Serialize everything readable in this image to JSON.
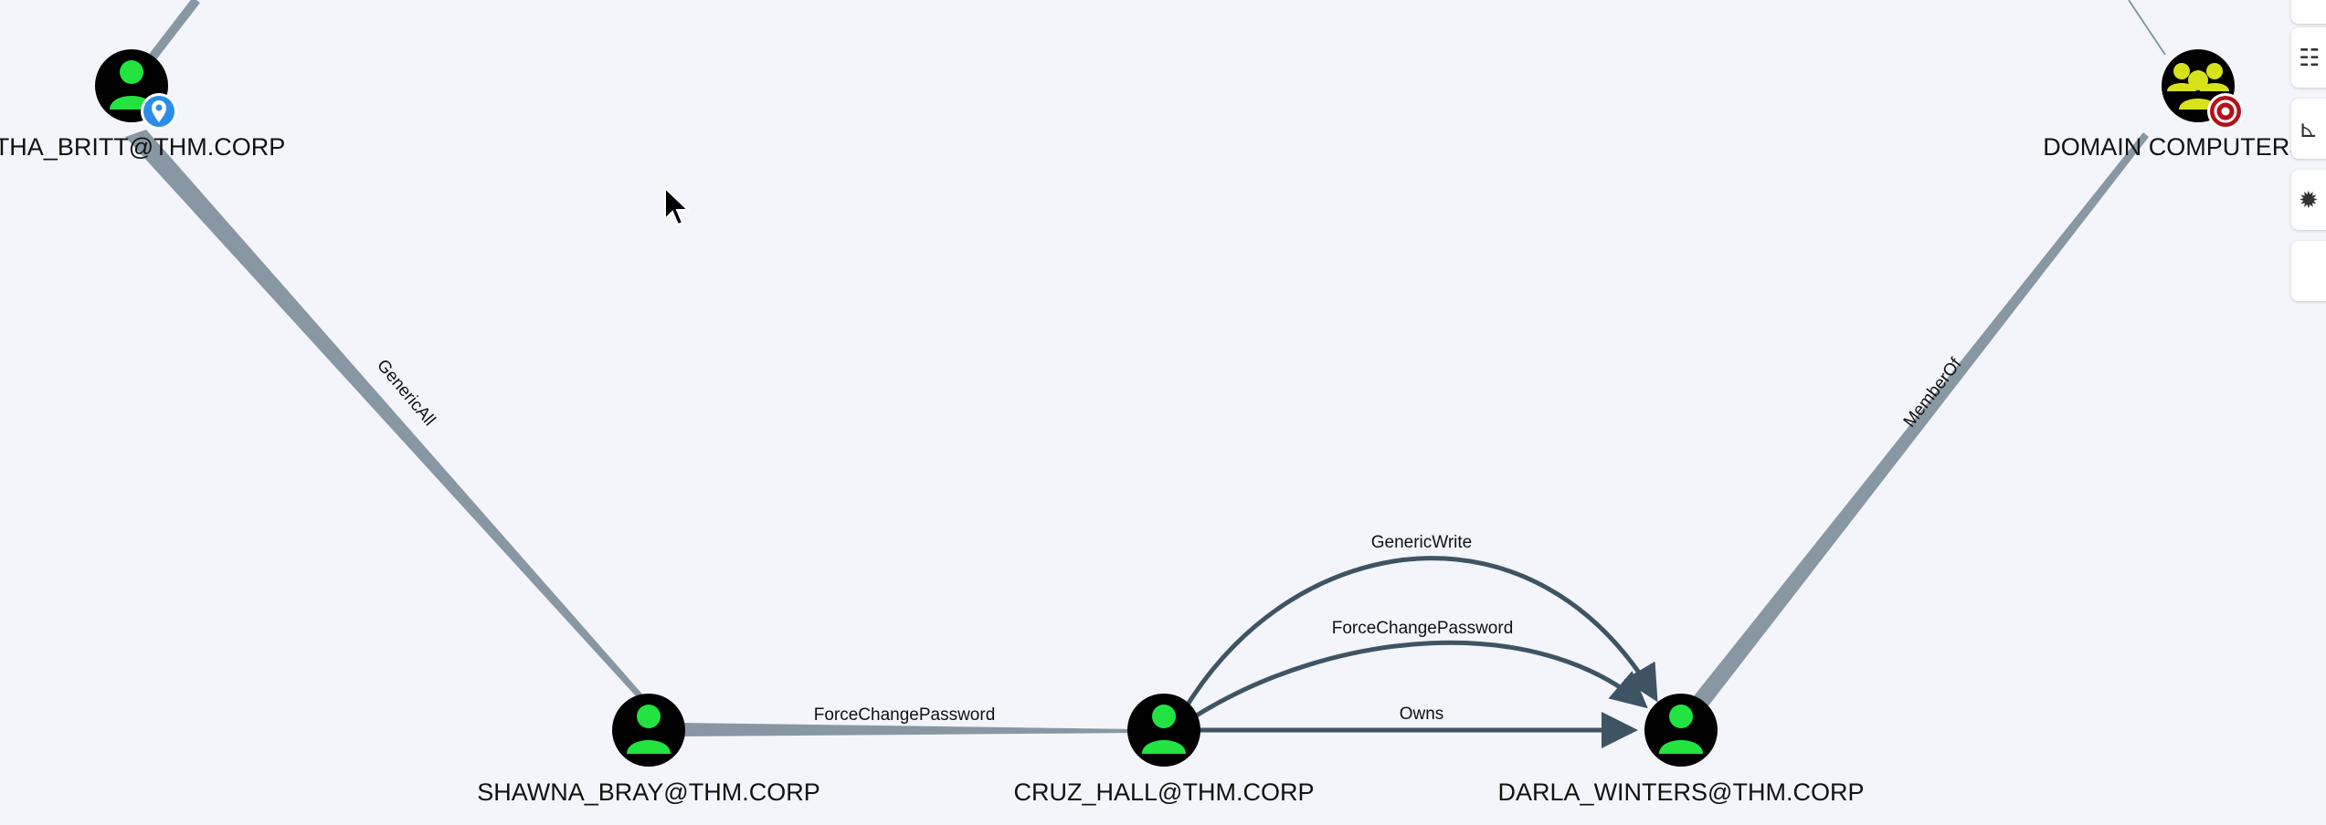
{
  "graph": {
    "nodes": [
      {
        "id": "atha",
        "label": "ATHA_BRITT@THM.CORP",
        "kind": "user",
        "badge": "pin-badge"
      },
      {
        "id": "domain",
        "label": "DOMAIN COMPUTERS@TI",
        "kind": "group",
        "badge": "target-badge"
      },
      {
        "id": "shawna",
        "label": "SHAWNA_BRAY@THM.CORP",
        "kind": "user"
      },
      {
        "id": "cruz",
        "label": "CRUZ_HALL@THM.CORP",
        "kind": "user"
      },
      {
        "id": "darla",
        "label": "DARLA_WINTERS@THM.CORP",
        "kind": "user"
      }
    ],
    "edges": [
      {
        "from": "atha",
        "to": "shawna",
        "label": "GenericAll"
      },
      {
        "from": "shawna",
        "to": "cruz",
        "label": "ForceChangePassword"
      },
      {
        "from": "cruz",
        "to": "darla",
        "label": "GenericWrite"
      },
      {
        "from": "cruz",
        "to": "darla",
        "label": "ForceChangePassword"
      },
      {
        "from": "cruz",
        "to": "darla",
        "label": "Owns"
      },
      {
        "from": "darla",
        "to": "domain",
        "label": "MemberOf"
      }
    ]
  },
  "colors": {
    "background": "#f3f5fa",
    "user_node": "#22e33f",
    "group_node": "#d8e21a",
    "node_bg": "#000000",
    "edge_light": "#8797a3",
    "edge_dark": "#3e5464",
    "pin_badge": "#2b8de8",
    "target_badge": "#b3121a"
  },
  "toolbar": {
    "icons": [
      "list-icon",
      "layout-icon",
      "settings-icon",
      "blank-icon"
    ],
    "glyphs": [
      "☷",
      "⊾",
      "✹",
      ""
    ]
  }
}
